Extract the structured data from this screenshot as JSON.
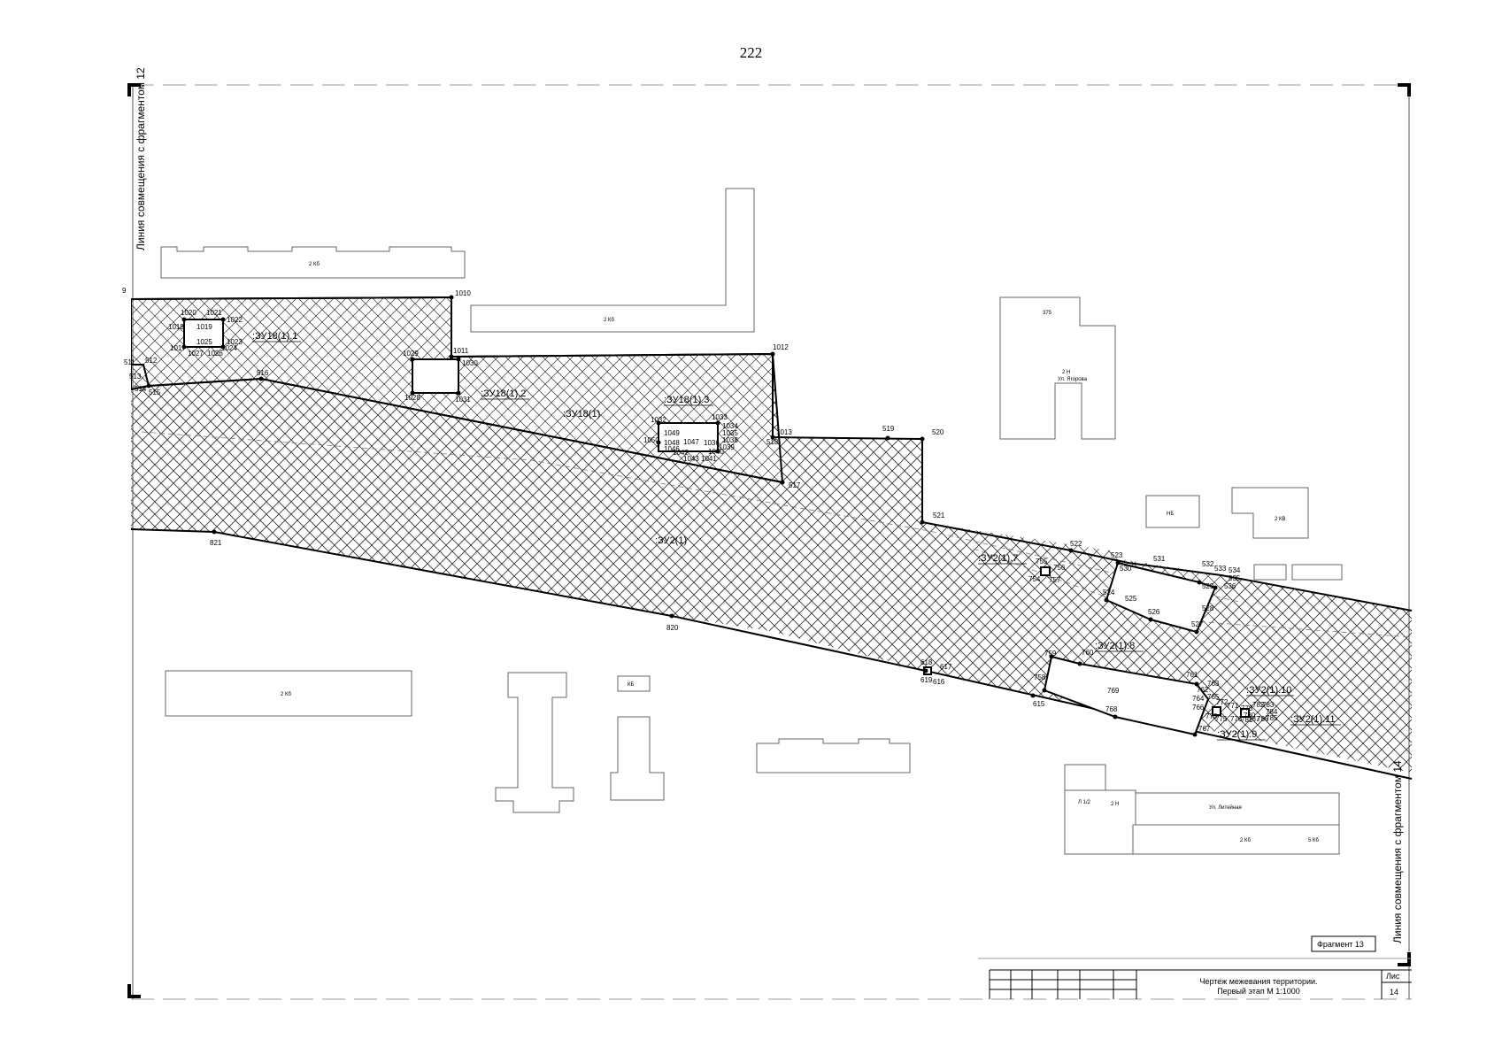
{
  "page_number": "222",
  "left_side_label": "Линия совмещения с фрагментом 12",
  "right_side_label": "Линия совмещения с фрагментом 14",
  "fragment_label": "Фрагмент 13",
  "title_block": {
    "line1": "Чертеж межевания территории.",
    "line2": "Первый этап М 1:1000",
    "sheet_header": "Лис",
    "sheet_number": "14"
  },
  "zones": {
    "zu18": ":ЗУ18(1)",
    "zu18_1": ":ЗУ18(1).1",
    "zu18_2": ":ЗУ18(1).2",
    "zu18_3": ":ЗУ18(1).3",
    "zu2": ":ЗУ2(1)",
    "zu2_7": ":ЗУ2(1).7",
    "zu2_8": ":ЗУ2(1).8",
    "zu2_9": ":ЗУ2(1).9",
    "zu2_10": ":ЗУ2(1).10",
    "zu2_11": ":ЗУ2(1).11"
  },
  "points": {
    "p9": "9",
    "p1010": "1010",
    "p1011": "1011",
    "p1012": "1012",
    "p1013": "1013",
    "p1020": "1020",
    "p1021": "1021",
    "p1022": "1022",
    "p1018": "1018",
    "p1019": "1019",
    "p1025": "1025",
    "p1023": "1023",
    "p1024": "1024",
    "p1017": "1017",
    "p1027": "1027",
    "p1026": "1026",
    "p1029": "1029",
    "p1030": "1030",
    "p1028": "1028",
    "p1031": "1031",
    "p511": "511",
    "p512": "512",
    "p513": "513",
    "p514": "514",
    "p515": "515",
    "p516": "516",
    "p517": "517",
    "p518": "518",
    "p519": "519",
    "p520": "520",
    "p521": "521",
    "p522": "522",
    "p523": "523",
    "p530": "530",
    "p531": "531",
    "p532": "532",
    "p533": "533",
    "p534": "534",
    "p535": "535",
    "p536": "536",
    "p529": "529",
    "p528": "528",
    "p527": "527",
    "p526": "526",
    "p525": "525",
    "p524": "524",
    "p1032": "1032",
    "p1033": "1033",
    "p1034": "1034",
    "p1035": "1035",
    "p1049": "1049",
    "p1050": "1050",
    "p1048": "1048",
    "p1047": "1047",
    "p1046": "1046",
    "p1042": "1042",
    "p1043": "1043",
    "p1041": "1041",
    "p1040": "1040",
    "p1039": "1039",
    "p1038": "1038",
    "p1036": "1036",
    "p821": "821",
    "p820": "820",
    "p619": "619",
    "p618": "618",
    "p617": "617",
    "p616": "616",
    "p615": "615",
    "p755": "755",
    "p756": "756",
    "p754": "754",
    "p757": "757",
    "p759": "759",
    "p760": "760",
    "p758": "758",
    "p761": "761",
    "p763": "763",
    "p762": "762",
    "p764": "764",
    "p765": "765",
    "p766": "766",
    "p767": "767",
    "p768": "768",
    "p769": "769",
    "p770": "770",
    "p771": "771",
    "p772": "772",
    "p775": "775",
    "p776": "776",
    "p778": "778",
    "p781": "781",
    "p782": "782",
    "p783": "783",
    "p784": "784",
    "p785": "785",
    "p786": "786",
    "p787": "787",
    "p780": "780"
  },
  "building_marks": {
    "b1": "2 Кб",
    "b2": "2 Кб",
    "b3": "375",
    "b4": "2 Н",
    "b5": "Ул. Ягорова",
    "b6": "НБ",
    "b7": "2 КВ",
    "b8": "2 Кб",
    "b9": "Ул. Литейная",
    "b10": "Л 1/2",
    "b11": "2 Н",
    "b12": "КБ",
    "b13": "2 Кб",
    "b14": "5 Кб"
  }
}
